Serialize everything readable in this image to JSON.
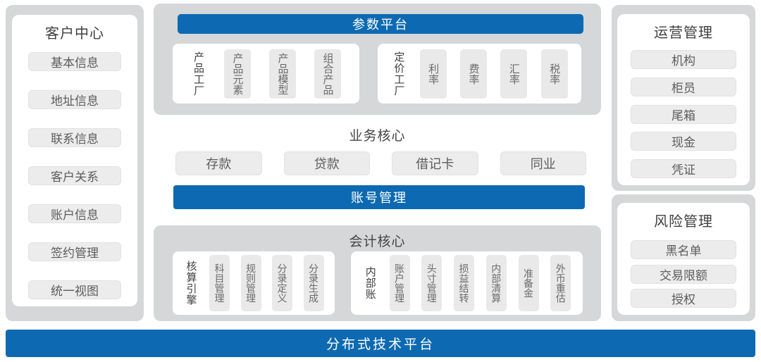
{
  "colors": {
    "accent_blue": "#0d6ab2",
    "container_gray": "#d6d7d8",
    "chip_gray": "#e9e9e9",
    "pill_gray": "#ececec",
    "title_text": "#3f3f3f",
    "body_text": "#5c5c5c",
    "bar_text": "#ffffff"
  },
  "left_panel": {
    "title": "客户中心",
    "items": [
      "基本信息",
      "地址信息",
      "联系信息",
      "客户关系",
      "账户信息",
      "签约管理",
      "统一视图"
    ]
  },
  "parameter_platform": {
    "title": "参数平台",
    "groups": [
      {
        "label": "产品工厂",
        "chips": [
          "产品元素",
          "产品模型",
          "组合产品"
        ]
      },
      {
        "label": "定价工厂",
        "chips": [
          "利率",
          "费率",
          "汇率",
          "税率"
        ]
      }
    ]
  },
  "business_core": {
    "title": "业务核心",
    "items": [
      "存款",
      "贷款",
      "借记卡",
      "同业"
    ]
  },
  "account_bar": {
    "title": "账号管理"
  },
  "accounting_core": {
    "title": "会计核心",
    "groups": [
      {
        "label": "核算引擎",
        "chips": [
          "科目管理",
          "规则管理",
          "分录定义",
          "分录生成"
        ]
      },
      {
        "label": "内部账",
        "chips": [
          "账户管理",
          "头寸管理",
          "损益结转",
          "内部清算",
          "准备金",
          "外币重估"
        ]
      }
    ]
  },
  "right_panels": [
    {
      "title": "运营管理",
      "items": [
        "机构",
        "柜员",
        "尾箱",
        "现金",
        "凭证"
      ]
    },
    {
      "title": "风险管理",
      "items": [
        "黑名单",
        "交易限额",
        "授权"
      ]
    }
  ],
  "bottom_bar": {
    "title": "分布式技术平台"
  }
}
